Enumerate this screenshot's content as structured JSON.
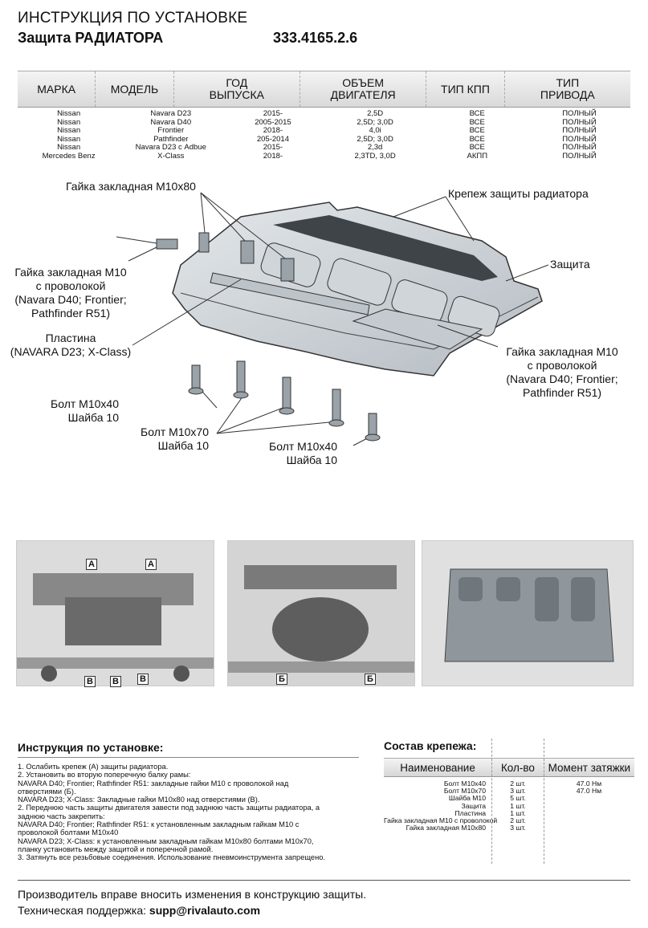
{
  "header": {
    "title": "ИНСТРУКЦИЯ ПО УСТАНОВКЕ",
    "subtitle": "Защита РАДИАТОРА",
    "code": "333.4165.2.6"
  },
  "compat": {
    "columns": [
      "МАРКА",
      "МОДЕЛЬ",
      "ГОД ВЫПУСКА",
      "ОБЪЕМ ДВИГАТЕЛЯ",
      "ТИП КПП",
      "ТИП ПРИВОДА"
    ],
    "rows": [
      [
        "Nissan",
        "Navara D23",
        "2015-",
        "2,5D",
        "ВСЕ",
        "ПОЛНЫЙ"
      ],
      [
        "Nissan",
        "Navara D40",
        "2005-2015",
        "2,5D; 3,0D",
        "ВСЕ",
        "ПОЛНЫЙ"
      ],
      [
        "Nissan",
        "Frontier",
        "2018-",
        "4,0i",
        "ВСЕ",
        "ПОЛНЫЙ"
      ],
      [
        "Nissan",
        "Pathfinder",
        "205-2014",
        "2,5D; 3,0D",
        "ВСЕ",
        "ПОЛНЫЙ"
      ],
      [
        "Nissan",
        "Navara D23 с Adbue",
        "2015-",
        "2,3d",
        "ВСЕ",
        "ПОЛНЫЙ"
      ],
      [
        "Mercedes Benz",
        "X-Class",
        "2018-",
        "2,3TD, 3,0D",
        "АКПП",
        "ПОЛНЫЙ"
      ]
    ]
  },
  "callouts": {
    "nut_m10x80": "Гайка закладная М10x80",
    "bracket": "Крепеж защиты радиатора",
    "nut_wire_left": [
      "Гайка закладная М10",
      "с проволокой",
      "(Navara D40; Frontier;",
      "Pathfinder R51)"
    ],
    "shield": "Защита",
    "plate": [
      "Пластина",
      "(NAVARA D23; X-Class)"
    ],
    "nut_wire_right": [
      "Гайка закладная М10",
      "с проволокой",
      "(Navara D40; Frontier;",
      "Pathfinder R51)"
    ],
    "bolt_left": [
      "Болт М10x40",
      "Шайба 10"
    ],
    "bolt_mid": [
      "Болт М10x70",
      "Шайба 10"
    ],
    "bolt_right": [
      "Болт М10x40",
      "Шайба 10"
    ]
  },
  "photo_marks": {
    "a": "А",
    "b": "Б",
    "v": "В"
  },
  "instructions": {
    "title": "Инструкция по установке:",
    "lines": [
      "1. Ослабить крепеж (А) защиты радиатора.",
      "2. Установить во вторую поперечную балку рамы:",
      "NAVARA D40; Frontier; Rathfinder R51:  закладные гайки М10 с проволокой над",
      "отверстиями (Б).",
      "NAVARA D23; X-Class: Закладные гайки М10x80 над отверстиями (В).",
      "2. Переднюю часть защиты двигателя завести под заднюю часть защиты радиатора, а",
      "заднюю часть закрепить:",
      "NAVARA D40; Frontier; Rathfinder R51: к установленным закладным гайкам М10 с",
      "проволокой болтами М10x40",
      "NAVARA D23; X-Class: к установленным закладным гайкам М10x80 болтами М10x70,",
      "планку установить между защитой и поперечной рамой.",
      "3. Затянуть все резьбовые соединения. Использование пневмоинструмента запрещено."
    ]
  },
  "fasteners": {
    "title": "Состав крепежа:",
    "columns": [
      "Наименование",
      "Кол-во",
      "Момент затяжки"
    ],
    "rows": [
      [
        "Болт М10x40",
        "2 шт.",
        "47.0 Нм"
      ],
      [
        "Болт М10x70",
        "3 шт.",
        "47.0 Нм"
      ],
      [
        "Шайба М10",
        "5 шт.",
        ""
      ],
      [
        "Защита",
        "1 шт.",
        ""
      ],
      [
        "Пластина",
        "1 шт.",
        ""
      ],
      [
        "Гайка закладная М10 с проволокой",
        "2 шт.",
        ""
      ],
      [
        "Гайка закладная М10x80",
        "3 шт.",
        ""
      ]
    ]
  },
  "footer": {
    "notice": "Производитель вправе вносить изменения в конструкцию защиты.",
    "support_label": "Техническая поддержка:",
    "support_email": "supp@rivalauto.com"
  }
}
